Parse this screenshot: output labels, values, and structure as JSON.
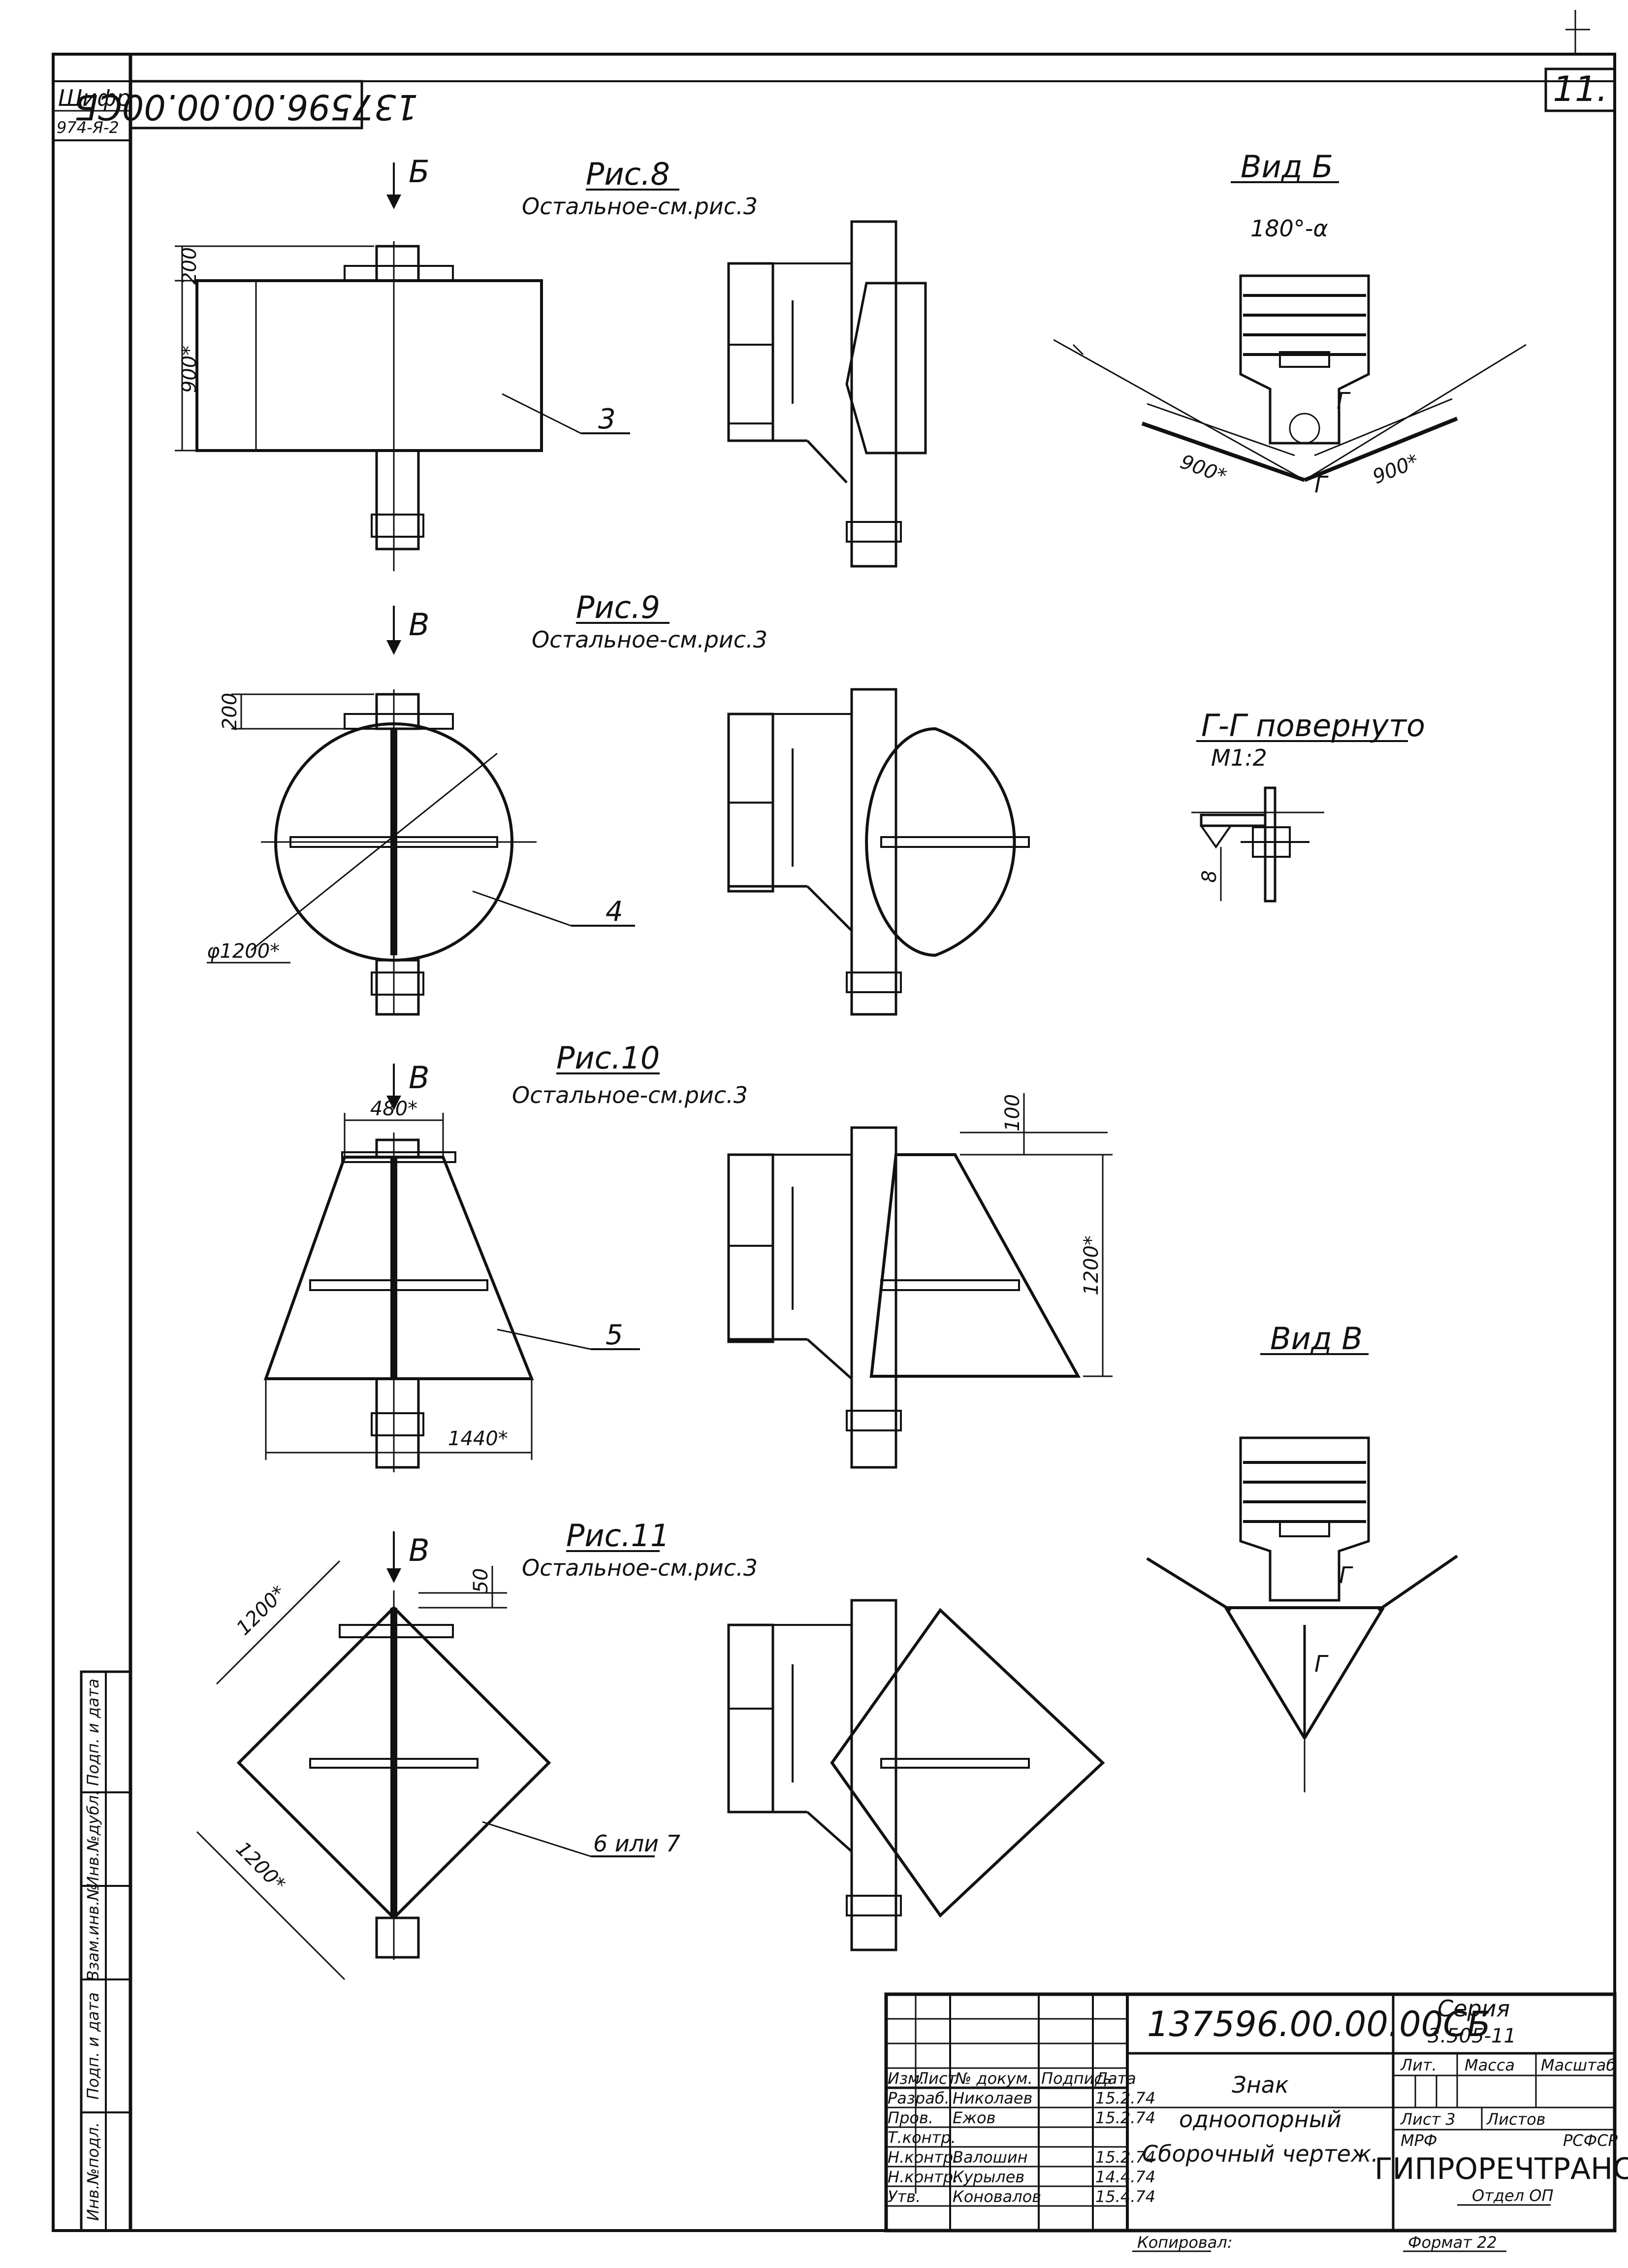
{
  "sheet": {
    "code_upper": "137596.00.00.00СБ",
    "cipher_label": "Шифр",
    "cipher_value": "974-Я-2",
    "sheet_number": "11."
  },
  "figures": {
    "fig8": {
      "title": "Рис.8",
      "note": "Остальное-см.рис.3",
      "view": "Б",
      "dim_top": "200",
      "dim_height": "900*",
      "callout": "3"
    },
    "fig9": {
      "title": "Рис.9",
      "note": "Остальное-см.рис.3",
      "view": "В",
      "dim_top": "200",
      "dim_diameter": "φ1200*",
      "callout": "4"
    },
    "fig10": {
      "title": "Рис.10",
      "note": "Остальное-см.рис.3",
      "view": "В",
      "dim_top_width": "480*",
      "dim_bottom_width": "1440*",
      "dim_offset": "100",
      "dim_height": "1200*",
      "callout": "5"
    },
    "fig11": {
      "title": "Рис.11",
      "note": "Остальное-см.рис.3",
      "view": "В",
      "dim_offset": "50",
      "dim_side_a": "1200*",
      "dim_side_b": "1200*",
      "callout": "6 или 7"
    }
  },
  "views": {
    "view_b": {
      "title": "Вид Б",
      "angle": "180°-α",
      "dim_left": "900*",
      "dim_right": "900*",
      "section_mark": "Г"
    },
    "section_gg": {
      "title": "Г-Г повернуто",
      "scale": "М1:2",
      "dim": "8"
    },
    "view_v": {
      "title": "Вид В",
      "section_mark": "Г"
    }
  },
  "side_stamp": [
    "Инв.№подл.",
    "Подп. и дата",
    "Взам.инв.№",
    "Инв.№дубл.",
    "Подп. и дата"
  ],
  "title_block": {
    "doc_code": "137596.00.00.00СБ",
    "series_label": "Серия",
    "series_value": "3.505-11",
    "name_lines": [
      "Знак",
      "одноопорный",
      "Сборочный чертеж."
    ],
    "col_headers": [
      "Изм.",
      "Лист",
      "№ докум.",
      "Подпись",
      "Дата"
    ],
    "rows": [
      {
        "role": "Разраб.",
        "name": "Николаев",
        "date": "15.2.74"
      },
      {
        "role": "Пров.",
        "name": "Ежов",
        "date": "15.2.74"
      },
      {
        "role": "Т.контр.",
        "name": "",
        "date": ""
      },
      {
        "role": "Н.контр.",
        "name": "Валошин",
        "date": "15.2.74"
      },
      {
        "role": "Н.контр.",
        "name": "Курылев",
        "date": "14.4.74"
      },
      {
        "role": "Утв.",
        "name": "Коновалов",
        "date": "15.4.74"
      }
    ],
    "lit_header": "Лит.",
    "mass_header": "Масса",
    "scale_header": "Масштаб",
    "sheet_label": "Лист 3",
    "sheets_label": "Листов",
    "org_prefix_left": "МРФ",
    "org_prefix_right": "РСФСР",
    "org_name": "ГИПРОРЕЧТРАНС",
    "dept": "Отдел ОП",
    "copied_label": "Копировал:",
    "format_label": "Формат 22"
  }
}
